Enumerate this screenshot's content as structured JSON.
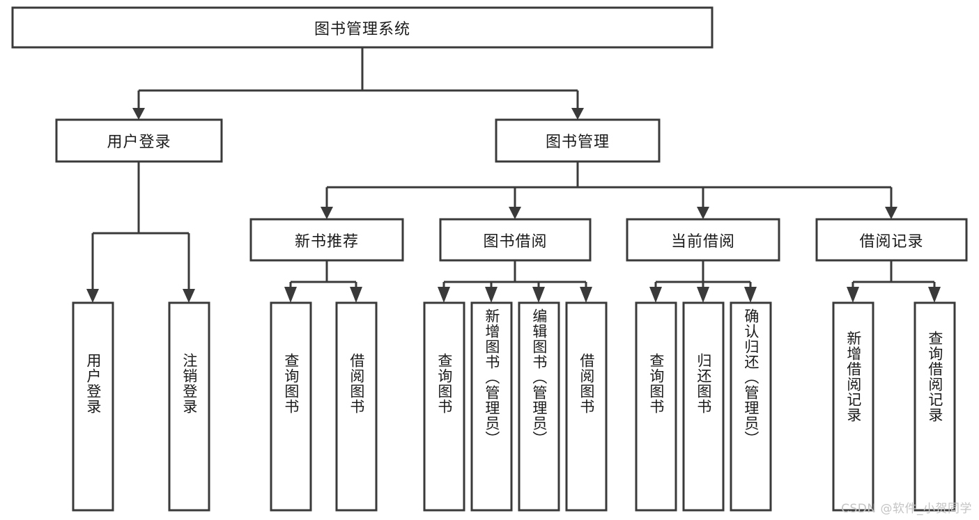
{
  "diagram": {
    "title": "图书管理系统",
    "type": "hierarchy-tree",
    "watermark": "CSDN @软件_小贺同学",
    "colors": {
      "stroke": "#3a3a3a",
      "box_fill": "#ffffff",
      "text": "#1a1a1a",
      "background": "#ffffff",
      "watermark": "#c4c4c4"
    },
    "root": {
      "label": "图书管理系统"
    },
    "level2": [
      {
        "label": "用户登录"
      },
      {
        "label": "图书管理"
      }
    ],
    "level3": [
      {
        "label": "新书推荐"
      },
      {
        "label": "图书借阅"
      },
      {
        "label": "当前借阅"
      },
      {
        "label": "借阅记录"
      }
    ],
    "leaves": {
      "user_login": [
        {
          "label": "用户登录"
        },
        {
          "label": "注销登录"
        }
      ],
      "new_book_recommend": [
        {
          "label": "查询图书"
        },
        {
          "label": "借阅图书"
        }
      ],
      "book_borrow": [
        {
          "label": "查询图书"
        },
        {
          "label": "新增图书（管理员）"
        },
        {
          "label": "编辑图书（管理员）"
        },
        {
          "label": "借阅图书"
        }
      ],
      "current_borrow": [
        {
          "label": "查询图书"
        },
        {
          "label": "归还图书"
        },
        {
          "label": "确认归还（管理员）"
        }
      ],
      "borrow_record": [
        {
          "label": "新增借阅记录"
        },
        {
          "label": "查询借阅记录"
        }
      ]
    }
  }
}
